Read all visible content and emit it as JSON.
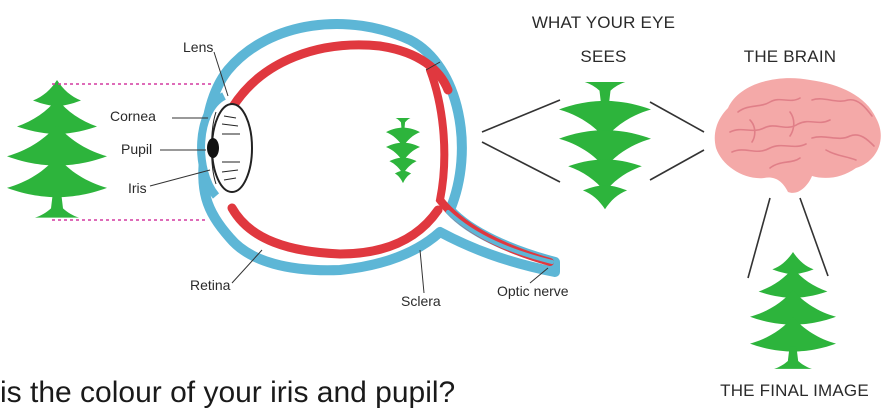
{
  "labels": {
    "lens": "Lens",
    "cornea": "Cornea",
    "pupil": "Pupil",
    "iris": "Iris",
    "retina": "Retina",
    "sclera": "Sclera",
    "optic_nerve": "Optic nerve"
  },
  "captions": {
    "what_your_eye_sees_line1": "WHAT YOUR EYE",
    "what_your_eye_sees_line2": "SEES",
    "the_brain": "THE BRAIN",
    "the_final_image": "THE FINAL IMAGE"
  },
  "question": "is the colour of your iris and pupil?",
  "colors": {
    "tree": "#2db43c",
    "sclera": "#5db6d6",
    "retina": "#e0383f",
    "rays": "#d43aa0",
    "brain": "#f4a9a8",
    "brain_lines": "#e07f88",
    "lines": "#333333"
  }
}
